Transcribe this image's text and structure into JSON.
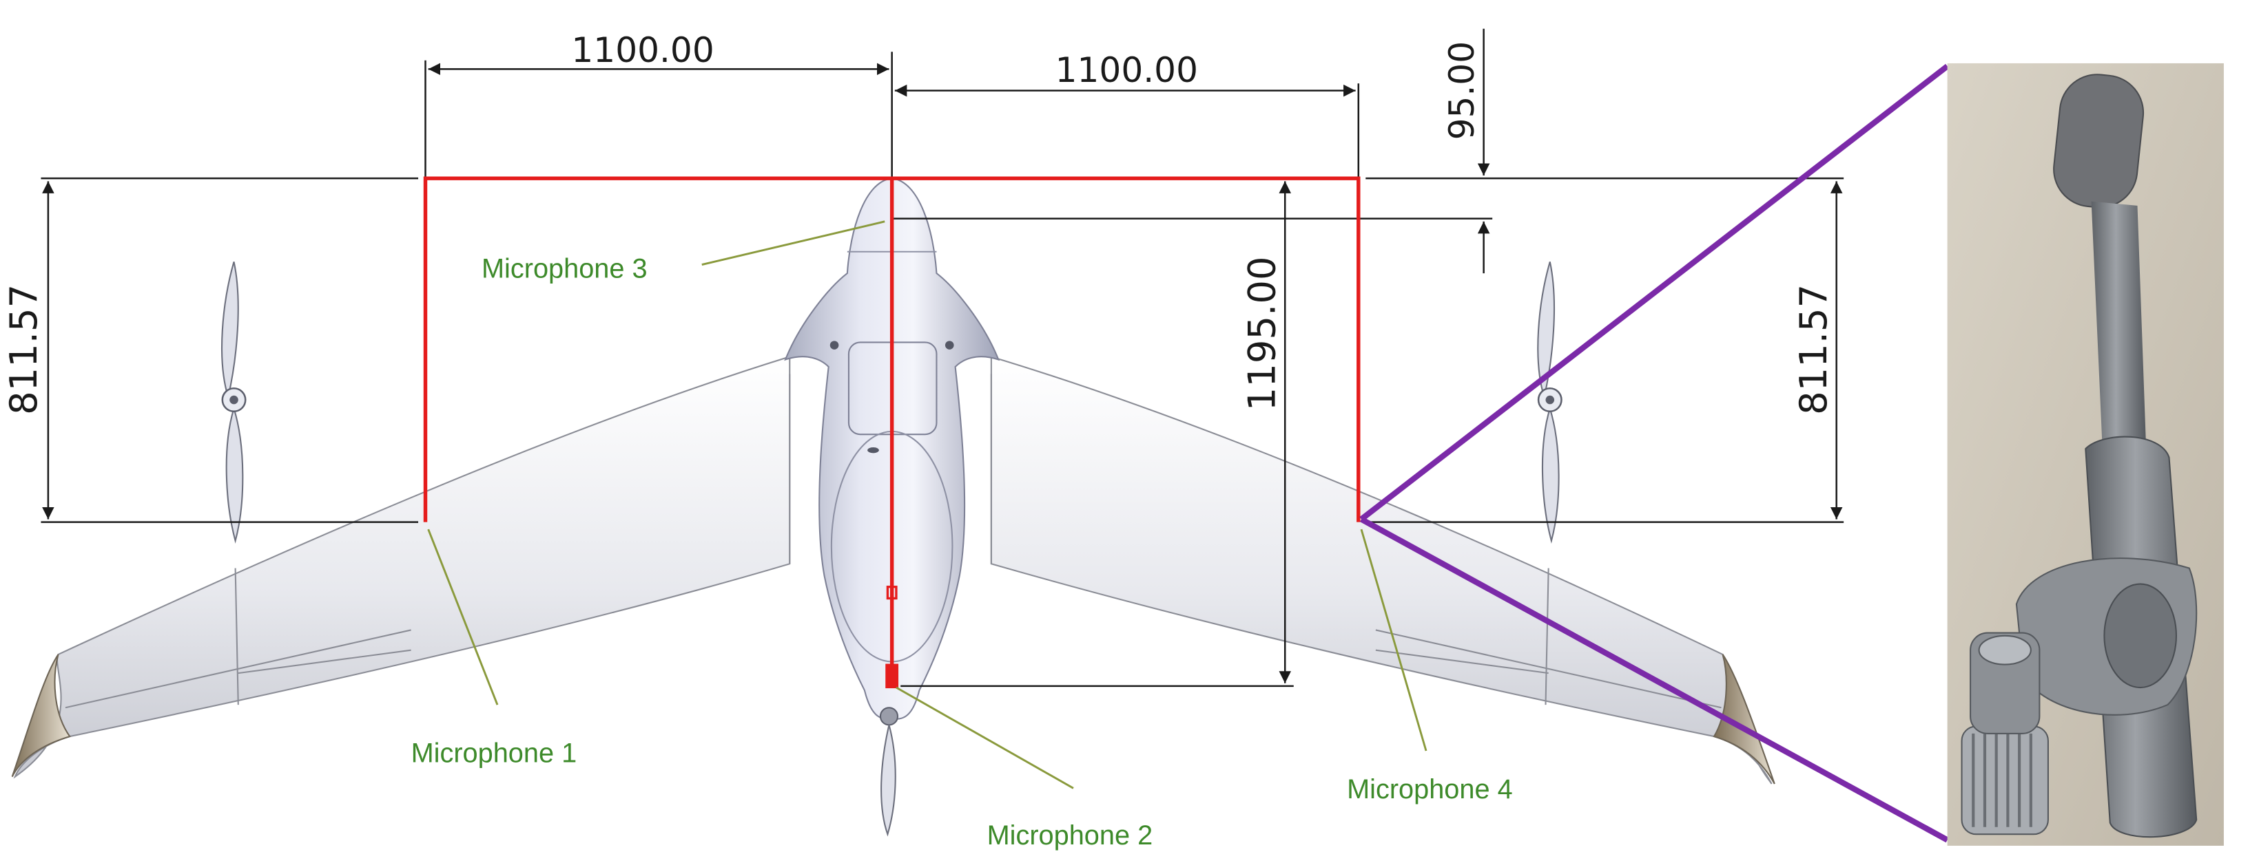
{
  "diagram": {
    "dimensions": {
      "left_span": "1100.00",
      "right_span": "1100.00",
      "nose_offset": "95.00",
      "left_depth": "811.57",
      "center_length": "1195.00",
      "right_depth": "811.57"
    },
    "microphones": {
      "mic1": "Microphone 1",
      "mic2": "Microphone 2",
      "mic3": "Microphone 3",
      "mic4": "Microphone 4"
    },
    "colors": {
      "array_frame": "#e51c1c",
      "label_green": "#3d8a2a",
      "leader_olive": "#8a9a3c",
      "zoom_purple": "#7b2aa8",
      "dimension_line": "#1a1a1a",
      "airframe": "#e9ebf2"
    },
    "icons": {
      "photo": "microphone-photo-icon"
    }
  }
}
